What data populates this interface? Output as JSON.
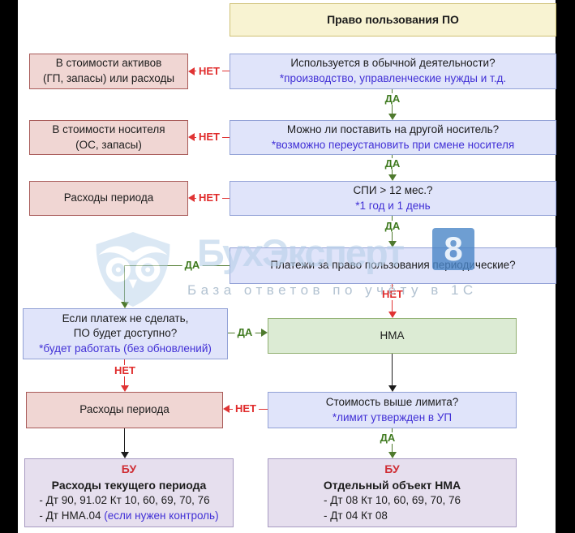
{
  "title": "Право пользования ПО",
  "labels": {
    "yes": "ДА",
    "no": "НЕТ"
  },
  "colors": {
    "yes_green": "#3f7a1f",
    "no_red": "#e02b2b",
    "note_blue": "#4130d6",
    "bu_red": "#cf2d34",
    "question_fill": "#e0e4fa",
    "outcome_fill": "#f0d6d3",
    "nma_fill": "#dcebd4",
    "result_fill": "#e6dfee",
    "title_fill": "#f8f3d2"
  },
  "nodes": {
    "q_usage": {
      "question": "Используется в обычной деятельности?",
      "note": "*производство, управленческие нужды и т.д."
    },
    "q_carrier": {
      "question": "Можно ли поставить на другой носитель?",
      "note": "*возможно переустановить при смене носителя"
    },
    "q_spi": {
      "question": "СПИ > 12 мес.?",
      "note": "*1 год и 1 день"
    },
    "q_periodic": {
      "question": "Платежи за право пользования периодические?"
    },
    "q_available": {
      "line1": "Если платеж не сделать,",
      "line2": "ПО будет доступно?",
      "note": "*будет работать (без обновлений)"
    },
    "q_limit": {
      "question": "Стоимость выше лимита?",
      "note": "*лимит утвержден в УП"
    },
    "out_assets": {
      "line1": "В стоимости активов",
      "line2": "(ГП, запасы) или расходы"
    },
    "out_carrier": {
      "line1": "В стоимости носителя",
      "line2": "(ОС, запасы)"
    },
    "out_period1": {
      "text": "Расходы периода"
    },
    "out_period2": {
      "text": "Расходы периода"
    },
    "nma": {
      "text": "НМА"
    },
    "bu_left": {
      "tag": "БУ",
      "heading": "Расходы текущего периода",
      "line1": "- Дт 90, 91.02 Кт 10, 60, 69, 70, 76",
      "line2_prefix": "- Дт НМА.04 ",
      "line2_note": "(если нужен контроль)"
    },
    "bu_right": {
      "tag": "БУ",
      "heading": "Отдельный объект НМА",
      "line1": "- Дт 08 Кт 10, 60, 69, 70, 76",
      "line2": "- Дт 04 Кт 08"
    }
  },
  "watermark": {
    "brand": "БухЭксперт",
    "badge": "8",
    "tagline": "База ответов по учёту в 1С"
  }
}
